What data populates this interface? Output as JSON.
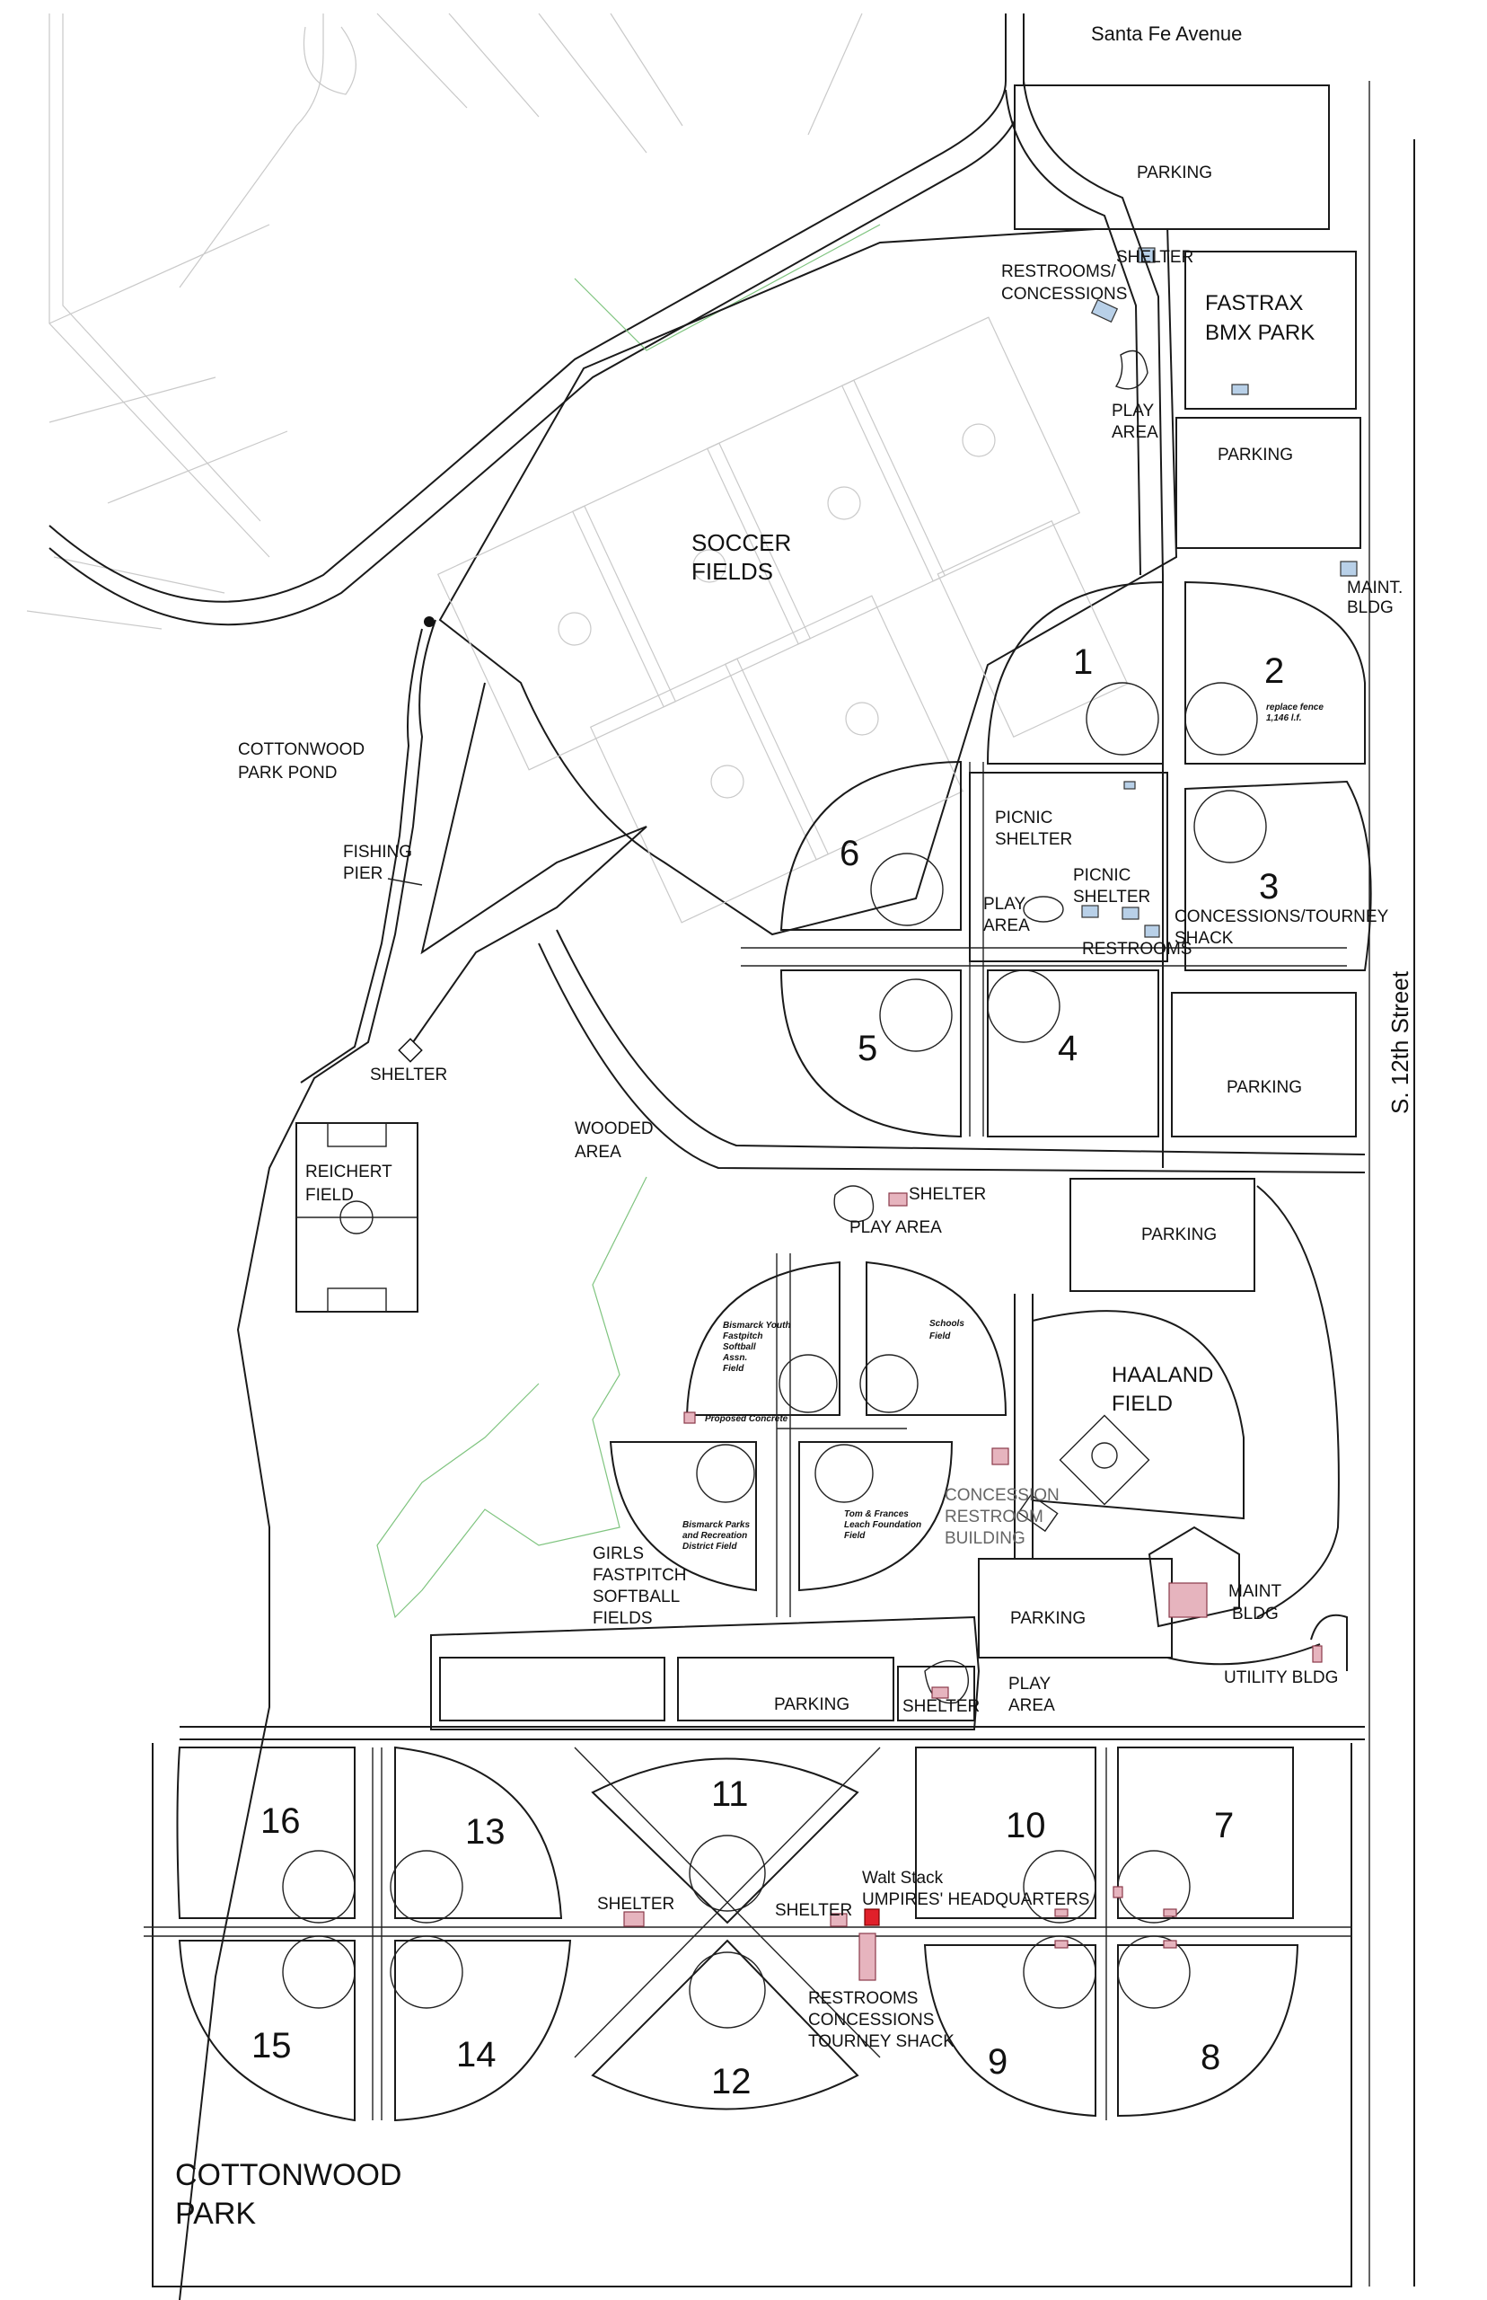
{
  "streets": {
    "north": "Santa Fe Avenue",
    "east": "S. 12th Street"
  },
  "park_name_line1": "COTTONWOOD",
  "park_name_line2": "PARK",
  "labels": {
    "parking": "PARKING",
    "shelter": "SHELTER",
    "restrooms_concessions_1": "RESTROOMS/",
    "restrooms_concessions_2": "CONCESSIONS",
    "fastrax_1": "FASTRAX",
    "fastrax_2": "BMX PARK",
    "play": "PLAY",
    "area": "AREA",
    "play_area": "PLAY AREA",
    "maint": "MAINT.",
    "bldg": "BLDG",
    "maint_bldg_1": "MAINT",
    "maint_bldg_2": "BLDG",
    "soccer_1": "SOCCER",
    "soccer_2": "FIELDS",
    "pond_1": "COTTONWOOD",
    "pond_2": "PARK POND",
    "fishing_1": "FISHING",
    "fishing_2": "PIER",
    "wooded_1": "WOODED",
    "wooded_2": "AREA",
    "reichert_1": "REICHERT",
    "reichert_2": "FIELD",
    "picnic": "PICNIC",
    "shelter_word": "SHELTER",
    "concessions_tourney_1": "CONCESSIONS/TOURNEY",
    "concessions_tourney_2": "SHACK",
    "restrooms": "RESTROOMS",
    "haaland_1": "HAALAND",
    "haaland_2": "FIELD",
    "concession_bldg_1": "CONCESSION",
    "concession_bldg_2": "RESTROOM",
    "concession_bldg_3": "BUILDING",
    "girls_1": "GIRLS",
    "girls_2": "FASTPITCH",
    "girls_3": "SOFTBALL",
    "girls_4": "FIELDS",
    "utility": "UTILITY BLDG",
    "walt_1": "Walt Stack",
    "walt_2": "UMPIRES' HEADQUARTERS",
    "rct_1": "RESTROOMS",
    "rct_2": "CONCESSIONS",
    "rct_3": "TOURNEY SHACK",
    "replace_fence_1": "replace fence",
    "replace_fence_2": "1,146 l.f.",
    "byfsa_1": "Bismarck Youth",
    "byfsa_2": "Fastpitch",
    "byfsa_3": "Softball",
    "byfsa_4": "Assn.",
    "byfsa_5": "Field",
    "schools_1": "Schools",
    "schools_2": "Field",
    "proposed": "Proposed Concrete",
    "bprd_1": "Bismarck Parks",
    "bprd_2": "and Recreation",
    "bprd_3": "District Field",
    "leach_1": "Tom & Frances",
    "leach_2": "Leach Foundation",
    "leach_3": "Field"
  },
  "field_numbers": [
    "1",
    "2",
    "3",
    "4",
    "5",
    "6",
    "7",
    "8",
    "9",
    "10",
    "11",
    "12",
    "13",
    "14",
    "15",
    "16"
  ],
  "colors": {
    "building_blue": "#b8d0e8",
    "building_pink": "#e6b4be",
    "umpires_red": "#e0202a",
    "wooded_outline": "#7fc47f"
  }
}
